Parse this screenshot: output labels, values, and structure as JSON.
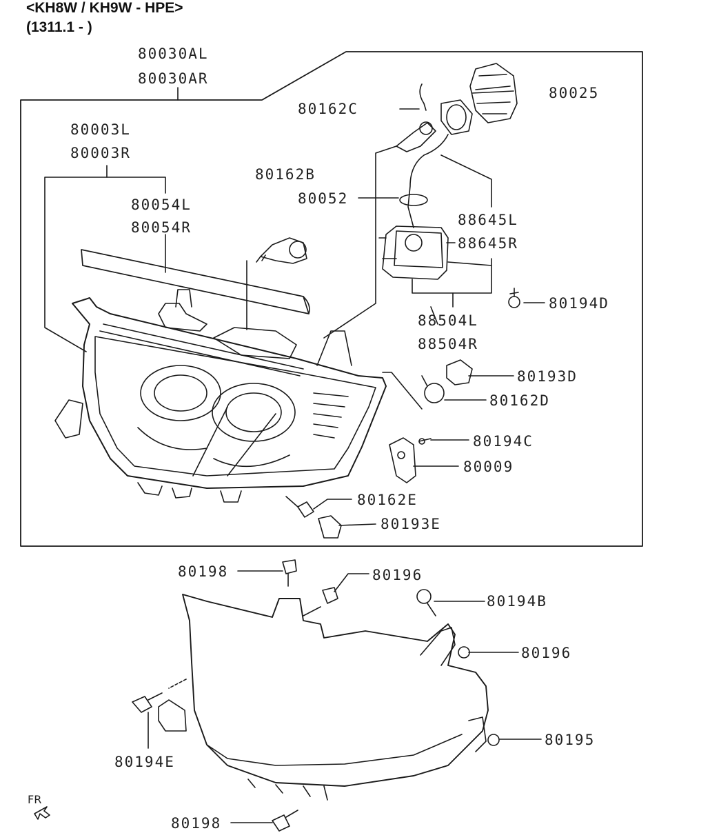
{
  "header": {
    "model_line": "<KH8W / KH9W - HPE>",
    "date_line": "(1311.1 - )"
  },
  "labels": {
    "p80030AL": "80030AL",
    "p80030AR": "80030AR",
    "p80003L": "80003L",
    "p80003R": "80003R",
    "p80054L": "80054L",
    "p80054R": "80054R",
    "p80162B": "80162B",
    "p80052": "80052",
    "p80162C": "80162C",
    "p80025": "80025",
    "p88645L": "88645L",
    "p88645R": "88645R",
    "p88504L": "88504L",
    "p88504R": "88504R",
    "p80194D": "80194D",
    "p80193D": "80193D",
    "p80162D": "80162D",
    "p80194C": "80194C",
    "p80009": "80009",
    "p80162E": "80162E",
    "p80193E": "80193E",
    "p80198a": "80198",
    "p80196a": "80196",
    "p80194B": "80194B",
    "p80196b": "80196",
    "p80195": "80195",
    "p80194E": "80194E",
    "p80198b": "80198"
  },
  "direction_marker": "FR",
  "icons": [
    "arrow-icon",
    "bulb-icon",
    "bolt-icon",
    "nut-icon",
    "clip-icon"
  ]
}
